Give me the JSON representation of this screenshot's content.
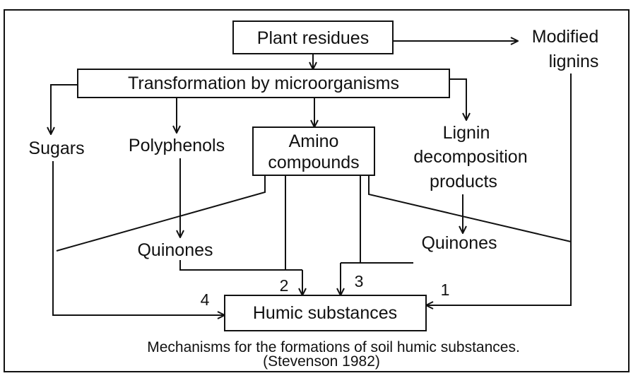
{
  "nodes": {
    "plant_residues": "Plant residues",
    "modified_lignins_1": "Modified",
    "modified_lignins_2": "lignins",
    "transformation": "Transformation by microorganisms",
    "sugars": "Sugars",
    "polyphenols": "Polyphenols",
    "amino_1": "Amino",
    "amino_2": "compounds",
    "lignin_decomp_1": "Lignin",
    "lignin_decomp_2": "decomposition",
    "lignin_decomp_3": "products",
    "quinones_left": "Quinones",
    "quinones_right": "Quinones",
    "humic": "Humic substances"
  },
  "pathways": {
    "p1": "1",
    "p2": "2",
    "p3": "3",
    "p4": "4"
  },
  "caption": {
    "line1": "Mechanisms for the formations of soil humic substances.",
    "line2": "(Stevenson 1982)"
  },
  "colors": {
    "ink": "#111111",
    "background": "#ffffff"
  }
}
